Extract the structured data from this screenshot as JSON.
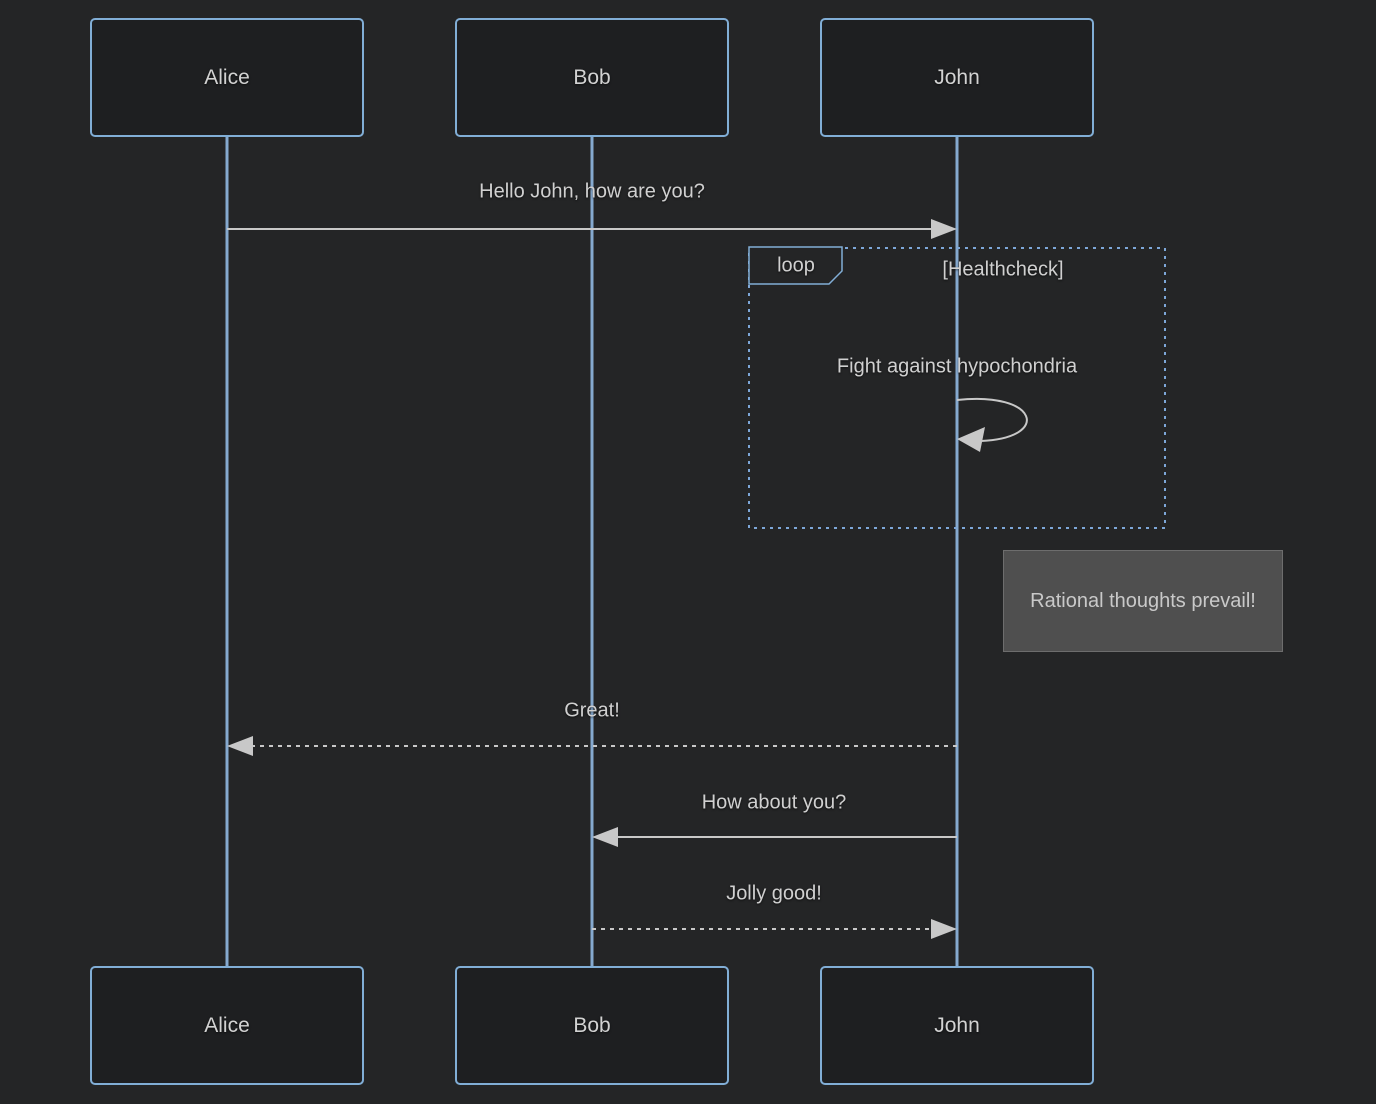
{
  "diagram": {
    "type": "sequence-diagram",
    "theme": "dark",
    "actors": [
      "Alice",
      "Bob",
      "John"
    ],
    "messages": [
      {
        "from": "Alice",
        "to": "John",
        "style": "solid",
        "label": "Hello John, how are you?"
      },
      {
        "from": "John",
        "to": "John",
        "style": "solid-self",
        "label": "Fight against hypochondria"
      },
      {
        "from": "John",
        "to": "Alice",
        "style": "dashed",
        "label": "Great!"
      },
      {
        "from": "John",
        "to": "Bob",
        "style": "solid",
        "label": "How about you?"
      },
      {
        "from": "Bob",
        "to": "John",
        "style": "dashed",
        "label": "Jolly good!"
      }
    ],
    "loop": {
      "label": "loop",
      "condition": "[Healthcheck]"
    },
    "note": {
      "text": "Rational thoughts prevail!"
    },
    "colors": {
      "background": "#242526",
      "actor_fill": "#1e1f21",
      "actor_border": "#81aed6",
      "lifeline": "#85a9cf",
      "signal": "#c8c8c8",
      "text": "#d0d0d0",
      "loop_border": "#7da7d8",
      "note_fill": "#4f4f4f",
      "note_border": "#6d6d6d"
    }
  }
}
